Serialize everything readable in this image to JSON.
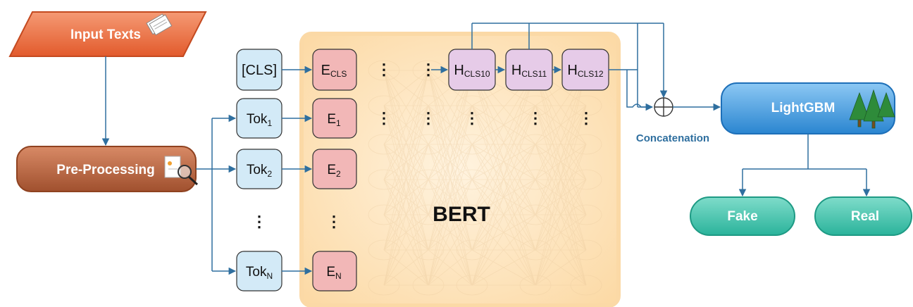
{
  "input": {
    "label": "Input Texts"
  },
  "preprocess": {
    "label": "Pre-Processing"
  },
  "tokens": [
    {
      "main": "[CLS]",
      "sub": ""
    },
    {
      "main": "Tok",
      "sub": "1"
    },
    {
      "main": "Tok",
      "sub": "2"
    },
    {
      "main": "Tok",
      "sub": "N"
    }
  ],
  "embeddings": [
    {
      "main": "E",
      "sub": "CLS"
    },
    {
      "main": "E",
      "sub": "1"
    },
    {
      "main": "E",
      "sub": "2"
    },
    {
      "main": "E",
      "sub": "N"
    }
  ],
  "hidden": [
    {
      "main": "H",
      "sub": "CLS10"
    },
    {
      "main": "H",
      "sub": "CLS11"
    },
    {
      "main": "H",
      "sub": "CLS12"
    }
  ],
  "bert": {
    "label": "BERT"
  },
  "concat": {
    "label": "Concatenation"
  },
  "classifier": {
    "label": "LightGBM"
  },
  "outputs": {
    "fake": "Fake",
    "real": "Real"
  },
  "ellipsis": "⋮",
  "colors": {
    "input_fill": "#ee7346",
    "preprocess_fill": "#b8633e",
    "token_fill": "#d3eaf7",
    "embedding_fill": "#f2b7b7",
    "hidden_fill": "#e6cbe8",
    "bert_fill": "#fde2b8",
    "classifier_fill": "#4a9fe0",
    "output_fill": "#3ec3ad",
    "arrow": "#2f6f9f"
  }
}
